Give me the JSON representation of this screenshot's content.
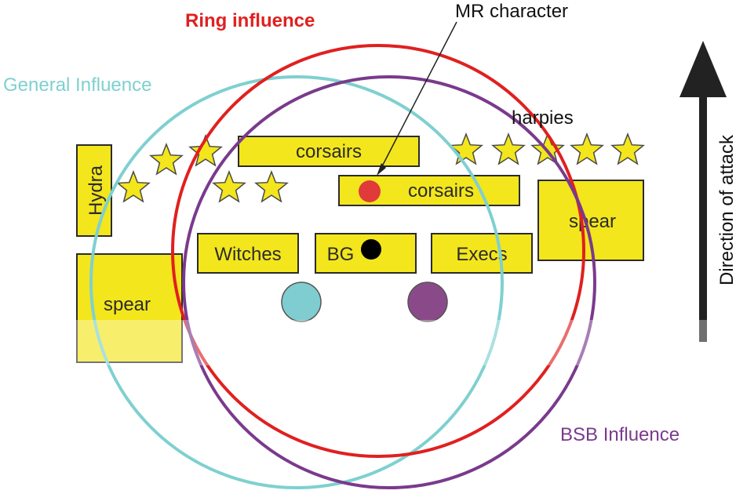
{
  "labels": {
    "ring": "Ring influence",
    "general": "General Influence",
    "bsb": "BSB Influence",
    "mr_character": "MR character",
    "harpies": "harpies",
    "direction": "Direction of attack"
  },
  "units": {
    "hydra": "Hydra",
    "spear_left": "spear",
    "corsairs_top": "corsairs",
    "corsairs_mid": "corsairs",
    "witches": "Witches",
    "bg": "BG",
    "execs": "Execs",
    "spear_right": "spear"
  },
  "colors": {
    "ring": "#e02020",
    "general": "#7fd0d0",
    "bsb": "#7a3a8c",
    "unit_fill": "#f3e61c",
    "mr_dot": "#e03a3a",
    "general_dot": "#7fcdd0",
    "bsb_dot": "#8a4a8a",
    "bsb_model": "#000000",
    "arrow": "#222222"
  },
  "icons": {
    "arrow": "arrow-up-icon",
    "star": "star-icon"
  }
}
